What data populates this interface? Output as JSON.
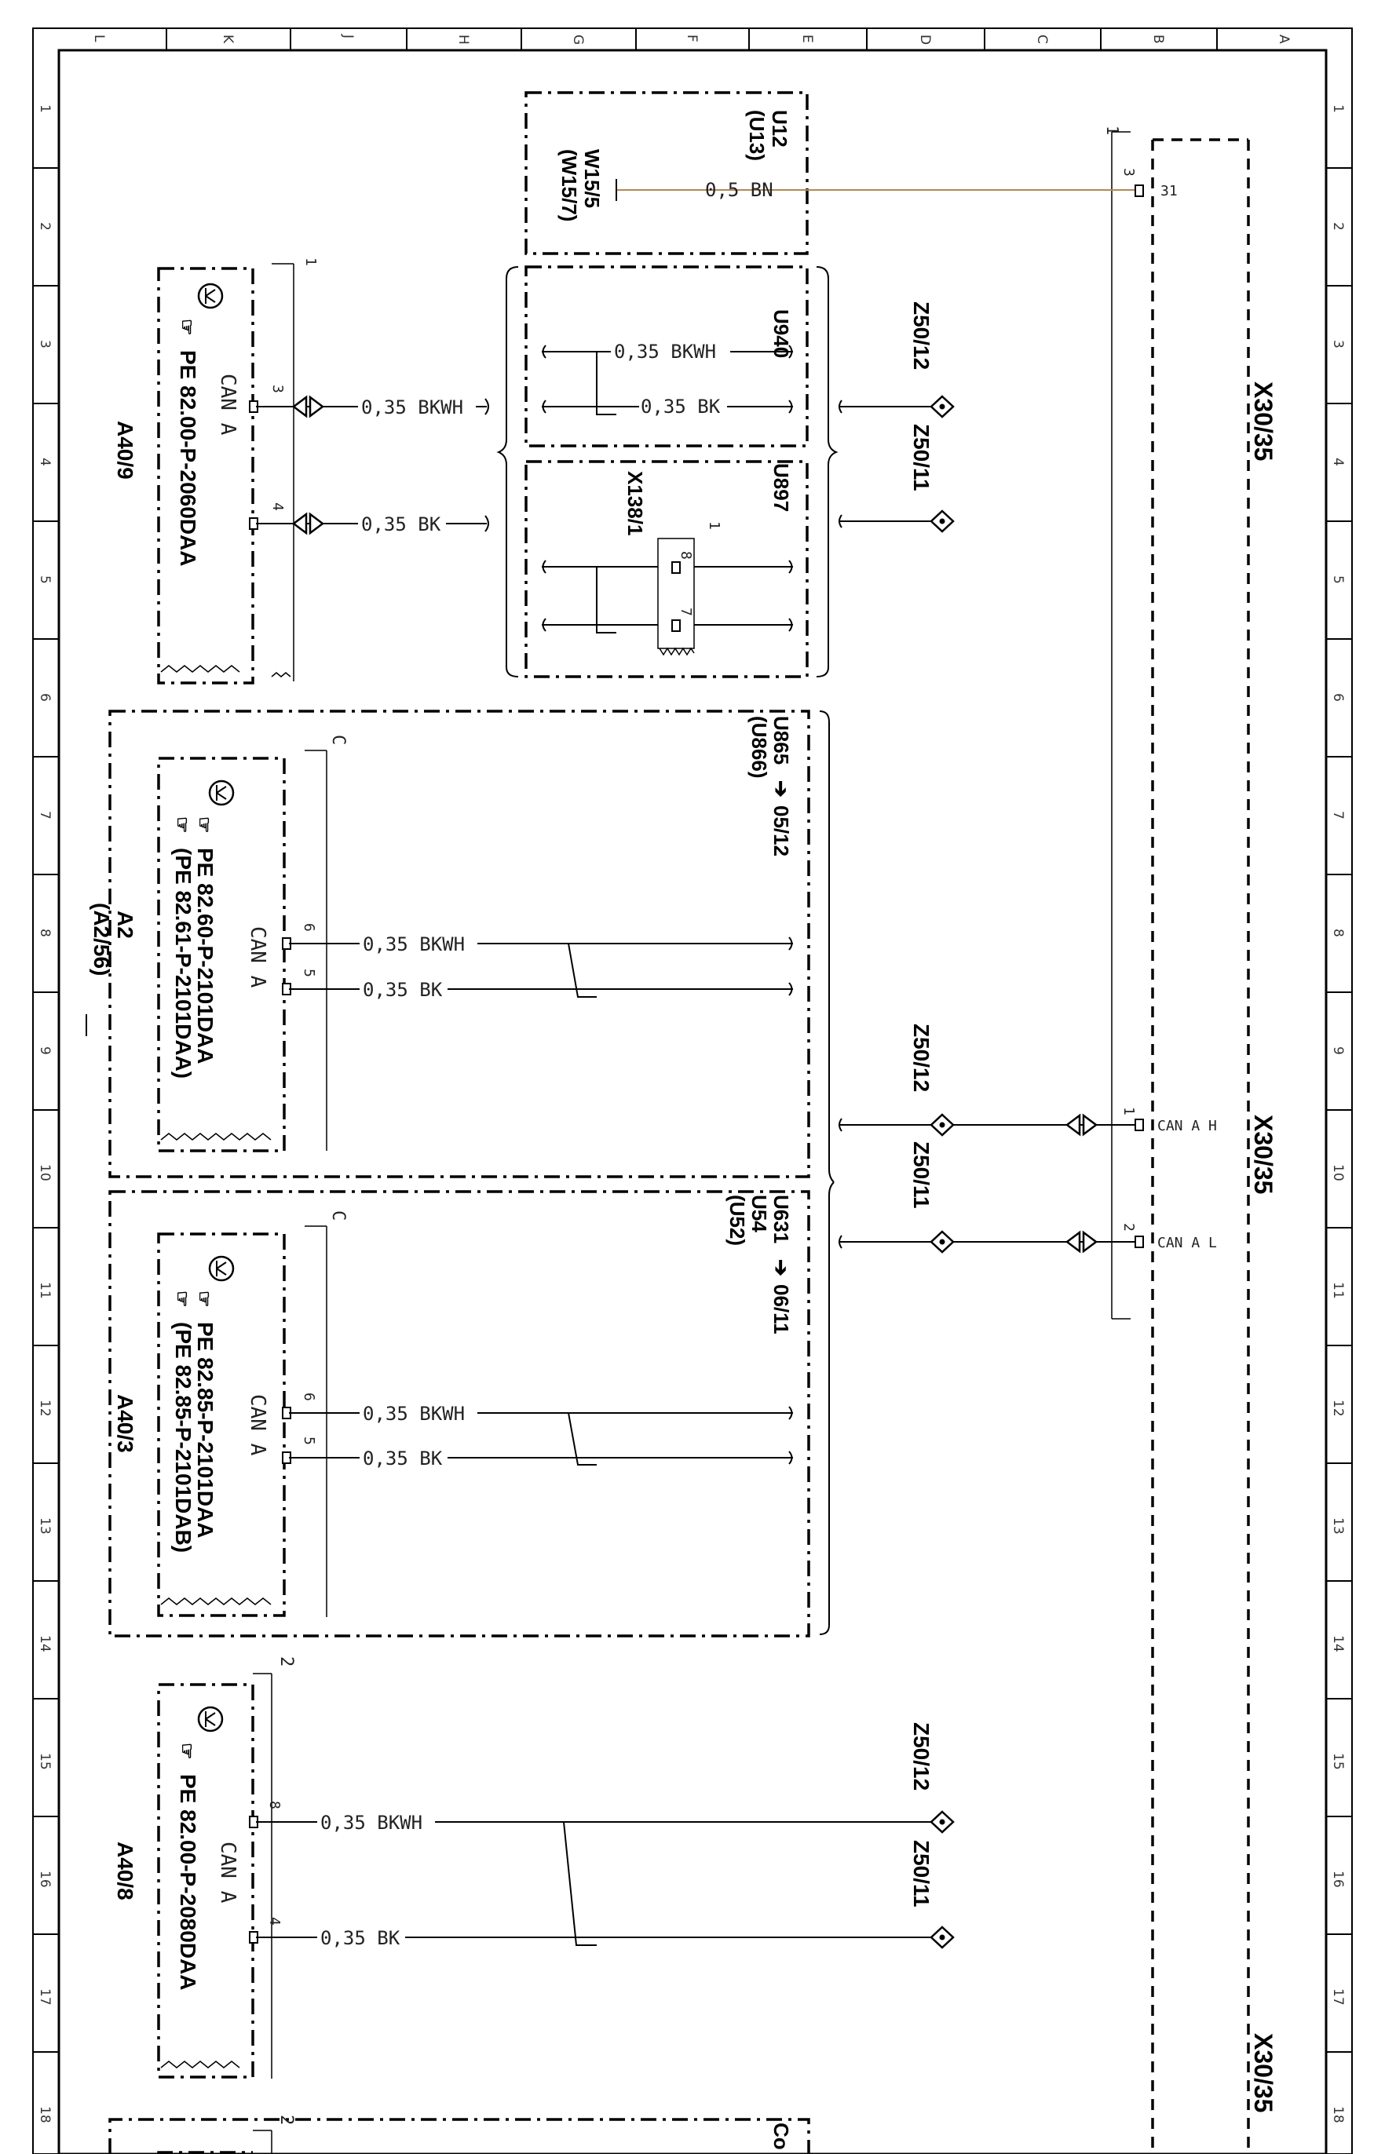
{
  "grid": {
    "columns": [
      "L",
      "K",
      "J",
      "H",
      "G",
      "F",
      "E",
      "D",
      "C",
      "B",
      "A"
    ],
    "rows": [
      "1",
      "2",
      "3",
      "4",
      "5",
      "6",
      "7",
      "8",
      "9",
      "10",
      "11",
      "12",
      "13",
      "14",
      "15",
      "16",
      "17",
      "18"
    ]
  },
  "components": {
    "u12": {
      "codes": [
        "U12",
        "(U13)"
      ],
      "wire_label": [
        "W15/5",
        "(W15/7)"
      ],
      "wire": "0,5 BN",
      "pin": "3",
      "pin_label": "31"
    },
    "connector_x30_35": {
      "label": "X30/35",
      "num": "1"
    },
    "u940": {
      "code": "U940"
    },
    "u897": {
      "code": "U897"
    },
    "x138": {
      "label": "X138/1",
      "pins": [
        "8",
        "7"
      ],
      "num": "1"
    },
    "a40_9": {
      "label": "A40/9",
      "ref": "PE 82.00-P-2060DAA",
      "bus": "CAN A",
      "num": "1",
      "pins": [
        "3",
        "4"
      ]
    },
    "a2": {
      "label": "A2",
      "label2": "(A2/56)",
      "ref1": "PE 82.60-P-2101DAA",
      "ref2": "(PE 82.61-P-2101DAA)",
      "bus": "CAN A",
      "corner": "C",
      "pins": [
        "6",
        "5"
      ]
    },
    "a40_3": {
      "label": "A40/3",
      "ref1": "PE 82.85-P-2101DAA",
      "ref2": "(PE 82.85-P-2101DAB)",
      "bus": "CAN A",
      "corner": "C",
      "pins": [
        "6",
        "5"
      ]
    },
    "a40_8": {
      "label": "A40/8",
      "ref": "PE 82.00-P-2080DAA",
      "bus": "CAN A",
      "num": "2",
      "pins": [
        "8",
        "4"
      ]
    },
    "u865": {
      "codes": [
        "U865",
        "(U866)"
      ],
      "ref": "05/12"
    },
    "u631": {
      "codes": [
        "U631",
        "U54",
        "(U52)"
      ],
      "ref": "06/11"
    },
    "x30_pins": [
      {
        "num": "1",
        "label": "CAN A H"
      },
      {
        "num": "2",
        "label": "CAN A L"
      }
    ],
    "bottom_partial": {
      "num": "2",
      "text": "Co"
    }
  },
  "wires": {
    "bkwh": "0,35 BKWH",
    "bk": "0,35 BK"
  },
  "splices": {
    "z12": "Z50/12",
    "z11": "Z50/11"
  }
}
